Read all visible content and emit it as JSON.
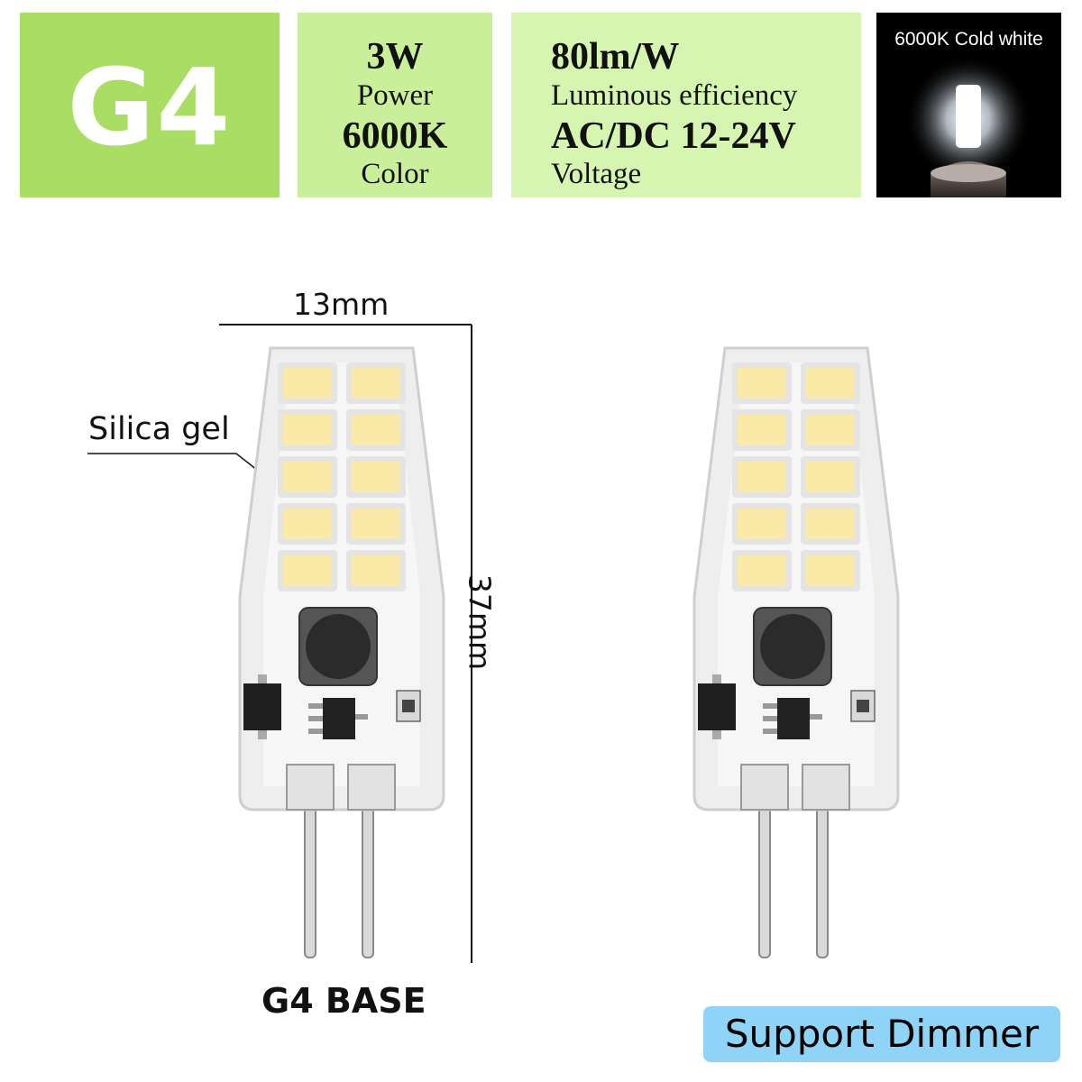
{
  "socket": {
    "name": "G4"
  },
  "specs": {
    "power_value": "3W",
    "power_label": "Power",
    "color_value": "6000K",
    "color_label": "Color",
    "efficiency_value": "80lm/W",
    "efficiency_label": "Luminous efficiency",
    "voltage_value": "AC/DC 12-24V",
    "voltage_label": "Voltage"
  },
  "preview": {
    "caption": "6000K Cold white"
  },
  "dimensions": {
    "width": "13mm",
    "height": "37mm"
  },
  "annotations": {
    "material": "Silica gel",
    "base": "G4 BASE"
  },
  "badge": {
    "text": "Support Dimmer"
  },
  "colors": {
    "panel_dark_green": "#a9dd63",
    "panel_mid_green": "#c9ef9a",
    "panel_light_green": "#d6f5b0",
    "led_warm": "#fbe9a8",
    "badge_blue": "#8fd3f7"
  }
}
